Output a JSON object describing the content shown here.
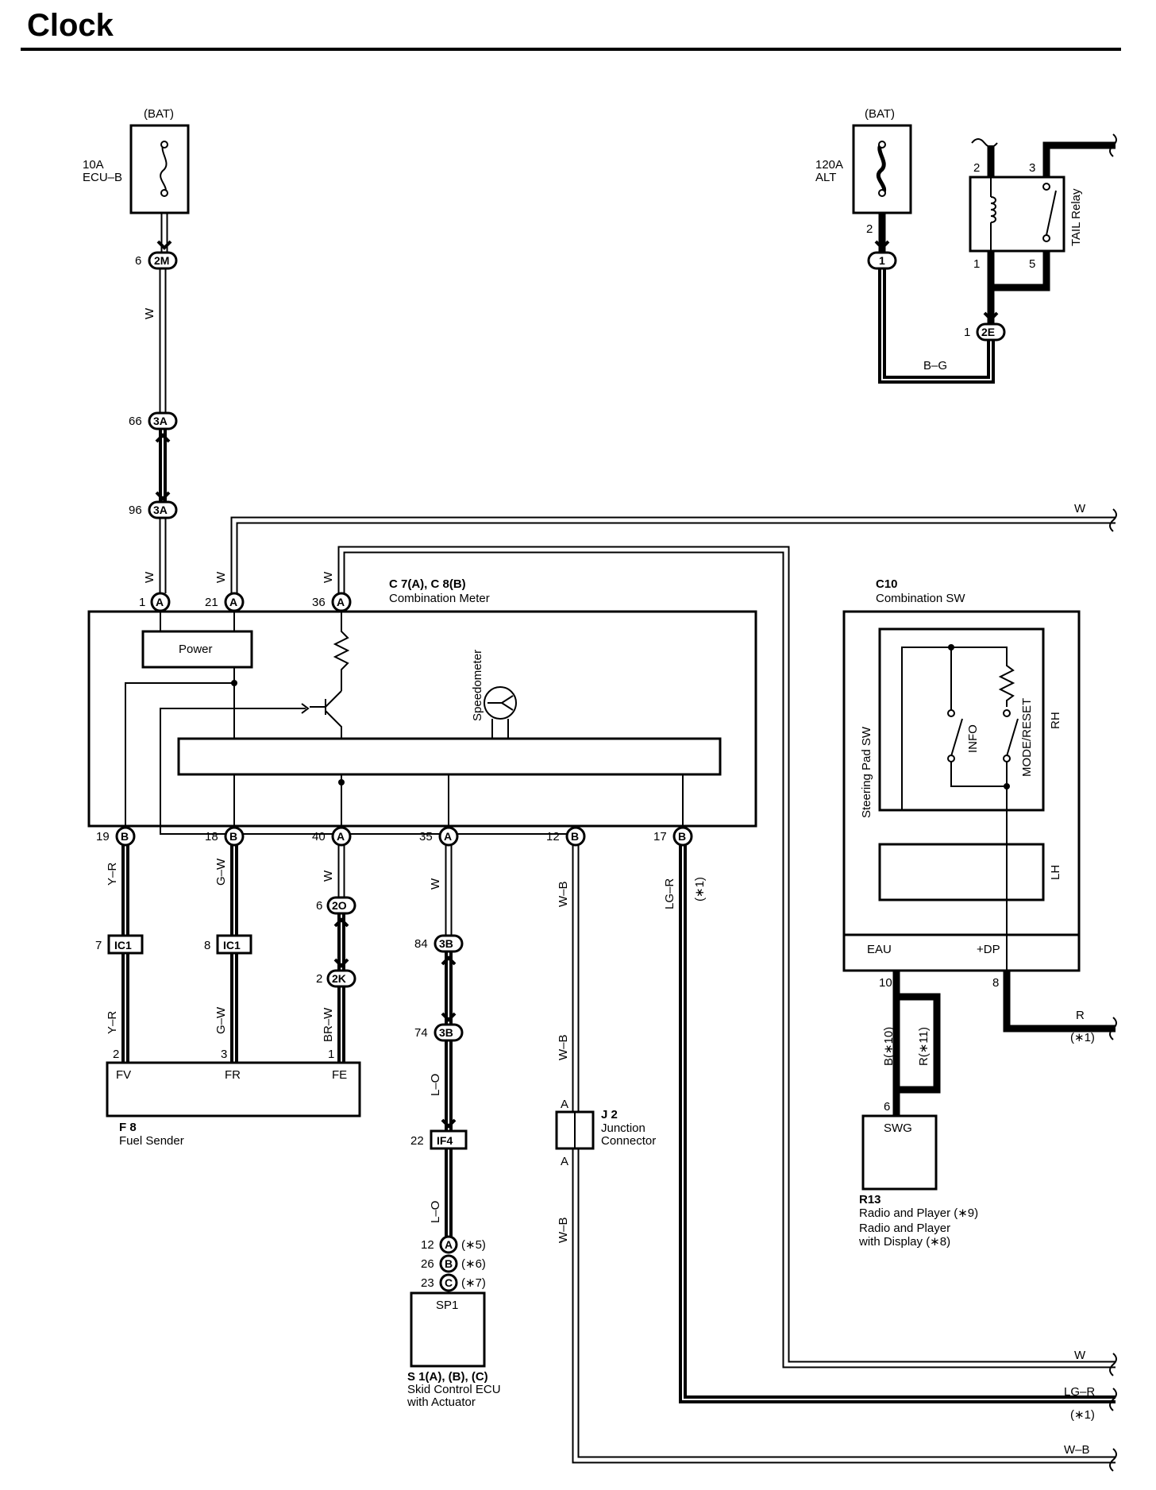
{
  "title": "Clock",
  "fuse_ecub": {
    "source": "(BAT)",
    "rating": "10A",
    "name": "ECU–B"
  },
  "fuse_alt": {
    "source": "(BAT)",
    "rating": "120A",
    "name": "ALT",
    "pin": "2",
    "conn": "1"
  },
  "tail_relay": {
    "name": "TAIL Relay",
    "pin2": "2",
    "pin3": "3",
    "pin1": "1",
    "pin5": "5"
  },
  "conn_2E": {
    "pin": "1",
    "id": "2E"
  },
  "wire_bg": "B–G",
  "left_chain": [
    {
      "pin": "6",
      "id": "2M"
    },
    {
      "pin": "66",
      "id": "3A"
    },
    {
      "pin": "96",
      "id": "3A"
    }
  ],
  "wire_w": "W",
  "meter": {
    "name_line1": "C 7(A), C 8(B)",
    "name_line2": "Combination Meter",
    "power_label": "Power",
    "speedometer_label": "Speedometer",
    "top_pins": [
      {
        "pin": "1",
        "id": "A"
      },
      {
        "pin": "21",
        "id": "A"
      },
      {
        "pin": "36",
        "id": "A"
      }
    ],
    "bottom_pins": [
      {
        "pin": "19",
        "id": "B",
        "wire": "Y–R"
      },
      {
        "pin": "18",
        "id": "B",
        "wire": "G–W"
      },
      {
        "pin": "40",
        "id": "A",
        "wire": "W"
      },
      {
        "pin": "35",
        "id": "A",
        "wire": "W"
      },
      {
        "pin": "12",
        "id": "B",
        "wire": "W–B"
      },
      {
        "pin": "17",
        "id": "B",
        "wire": "LG–R",
        "note": "(∗1)"
      }
    ]
  },
  "ic1_left": {
    "pin": "7",
    "id": "IC1"
  },
  "ic1_right": {
    "pin": "8",
    "id": "IC1"
  },
  "conn_2O": {
    "pin": "6",
    "id": "2O"
  },
  "conn_2K": {
    "pin": "2",
    "id": "2K"
  },
  "wire_yr": "Y–R",
  "wire_gw": "G–W",
  "wire_brw": "BR–W",
  "fuel_sender": {
    "pin_fv": "2",
    "pin_fr": "3",
    "pin_fe": "1",
    "label_fv": "FV",
    "label_fr": "FR",
    "label_fe": "FE",
    "id": "F 8",
    "name": "Fuel Sender"
  },
  "conn_3B_top": {
    "pin": "84",
    "id": "3B"
  },
  "conn_3B_bot": {
    "pin": "74",
    "id": "3B"
  },
  "wire_lo": "L–O",
  "conn_IF4": {
    "pin": "22",
    "id": "IF4"
  },
  "skid_pins": [
    {
      "pin": "12",
      "id": "A",
      "note": "(∗5)"
    },
    {
      "pin": "26",
      "id": "B",
      "note": "(∗6)"
    },
    {
      "pin": "23",
      "id": "C",
      "note": "(∗7)"
    }
  ],
  "skid_ecu": {
    "label": "SP1",
    "id": "S 1(A), (B), (C)",
    "line1": "Skid Control ECU",
    "line2": "with Actuator"
  },
  "junction": {
    "pin_a_top": "A",
    "pin_a_bot": "A",
    "id": "J 2",
    "line1": "Junction",
    "line2": "Connector"
  },
  "wire_wb": "W–B",
  "comb_sw": {
    "id": "C10",
    "name": "Combination SW",
    "steering": "Steering Pad SW",
    "info": "INFO",
    "mode": "MODE/RESET",
    "rh": "RH",
    "lh": "LH",
    "eau": "EAU",
    "dp": "+DP",
    "pin_eau": "10",
    "pin_dp": "8"
  },
  "wire_b10": "B(∗10)",
  "wire_r11": "R(∗11)",
  "wire_r": "R",
  "note_1": "(∗1)",
  "radio": {
    "pin": "6",
    "label": "SWG",
    "id": "R13",
    "line1": "Radio and Player (∗9)",
    "line2": "Radio and Player",
    "line3": "with Display (∗8)"
  },
  "right_exits": {
    "w_top": "W",
    "w_bottom": "W",
    "lgr": "LG–R",
    "lgr_note": "(∗1)",
    "wb": "W–B"
  },
  "colors": {
    "line": "#000000",
    "background": "#ffffff"
  }
}
